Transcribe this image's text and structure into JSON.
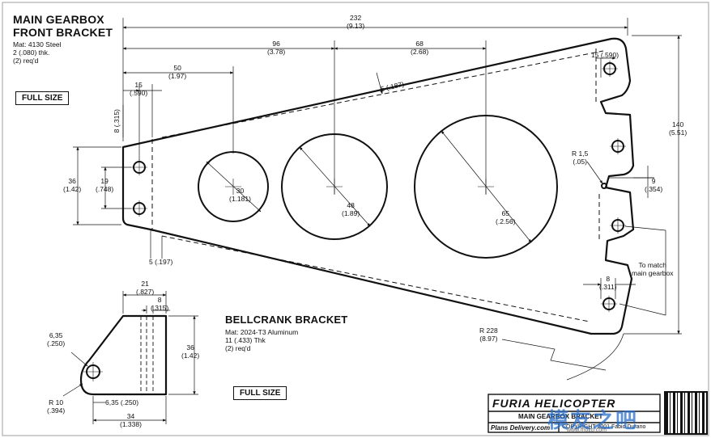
{
  "main_bracket": {
    "title_line1": "MAIN GEARBOX",
    "title_line2": "FRONT BRACKET",
    "material": "Mat: 4130 Steel",
    "thickness": "2 (.080) thk.",
    "required": "(2) req'd",
    "scale_label": "FULL SIZE",
    "dims": {
      "overall_width": "232",
      "overall_width_in": "(9.13)",
      "pos_96": "96",
      "pos_96_in": "(3.78)",
      "pos_68": "68",
      "pos_68_in": "(2.68)",
      "pos_50": "50",
      "pos_50_in": "(1.97)",
      "pos_15": "15",
      "pos_15_in": "(.590)",
      "edge_8": "8 (.315)",
      "height_36": "36",
      "height_36_in": "(1.42)",
      "holes_19": "19",
      "holes_19_in": "(.748)",
      "flange_5_bottom": "5 (.197)",
      "flange_5_top": "5 (.187)",
      "hole_30": "30",
      "hole_30_in": "(1.181)",
      "hole_48": "48",
      "hole_48_in": "(1.89)",
      "hole_65": "65",
      "hole_65_in": "(.2.56)",
      "right_15": "15 (.590)",
      "height_140": "140",
      "height_140_in": "(5.51)",
      "radius_1_5": "R 1,5",
      "radius_1_5_in": "(.05)",
      "notch_9": "9",
      "notch_9_in": "(.354)",
      "match_note_1": "To match",
      "match_note_2": "main gearbox",
      "right_8": "8",
      "right_8_in": "(.311)",
      "radius_228": "R 228",
      "radius_228_in": "(8.97)"
    }
  },
  "bellcrank_bracket": {
    "title": "BELLCRANK BRACKET",
    "material": "Mat: 2024-T3 Aluminum",
    "thickness": "11 (.433) Thk",
    "required": "(2) req'd",
    "scale_label": "FULL SIZE",
    "dims": {
      "top_21": "21",
      "top_21_in": "(.827)",
      "top_8": "8",
      "top_8_in": "(.315)",
      "height_36": "36",
      "height_36_in": "(1.42)",
      "hole_6_35": "6,35",
      "hole_6_35_in": "(.250)",
      "radius_10": "R 10",
      "radius_10_in": "(.394)",
      "bottom_6_35": "6,35 (.250)",
      "bottom_34": "34",
      "bottom_34_in": "(1.338)"
    }
  },
  "title_block": {
    "brand": "FURIA HELICOPTER",
    "drawing_name": "MAIN GEARBOX BRACKET",
    "website": "Plans Delivery.com",
    "copyright": "COPYRIGHT 2001 Fabio Durano"
  },
  "watermark": {
    "site_text": "模友之吧",
    "site_url": "www.mozb.com"
  }
}
